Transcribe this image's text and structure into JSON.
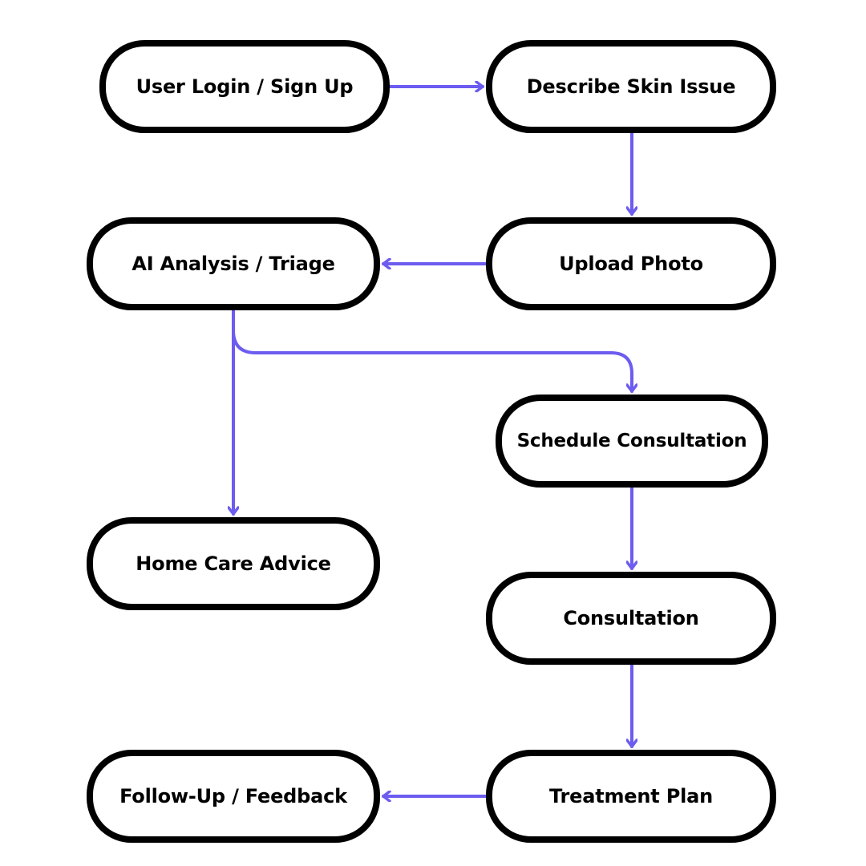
{
  "diagram": {
    "type": "flowchart",
    "arrow_color": "#6c5cf0",
    "border_color": "#000000",
    "nodes": {
      "login": "User Login / Sign Up",
      "describe": "Describe Skin Issue",
      "upload": "Upload Photo",
      "ai": "AI Analysis / Triage",
      "schedule": "Schedule Consultation",
      "home": "Home Care Advice",
      "consult": "Consultation",
      "treat": "Treatment Plan",
      "follow": "Follow-Up / Feedback"
    },
    "edges": [
      {
        "from": "login",
        "to": "describe"
      },
      {
        "from": "describe",
        "to": "upload"
      },
      {
        "from": "upload",
        "to": "ai"
      },
      {
        "from": "ai",
        "to": "schedule"
      },
      {
        "from": "ai",
        "to": "home"
      },
      {
        "from": "schedule",
        "to": "consult"
      },
      {
        "from": "consult",
        "to": "treat"
      },
      {
        "from": "treat",
        "to": "follow"
      }
    ]
  }
}
